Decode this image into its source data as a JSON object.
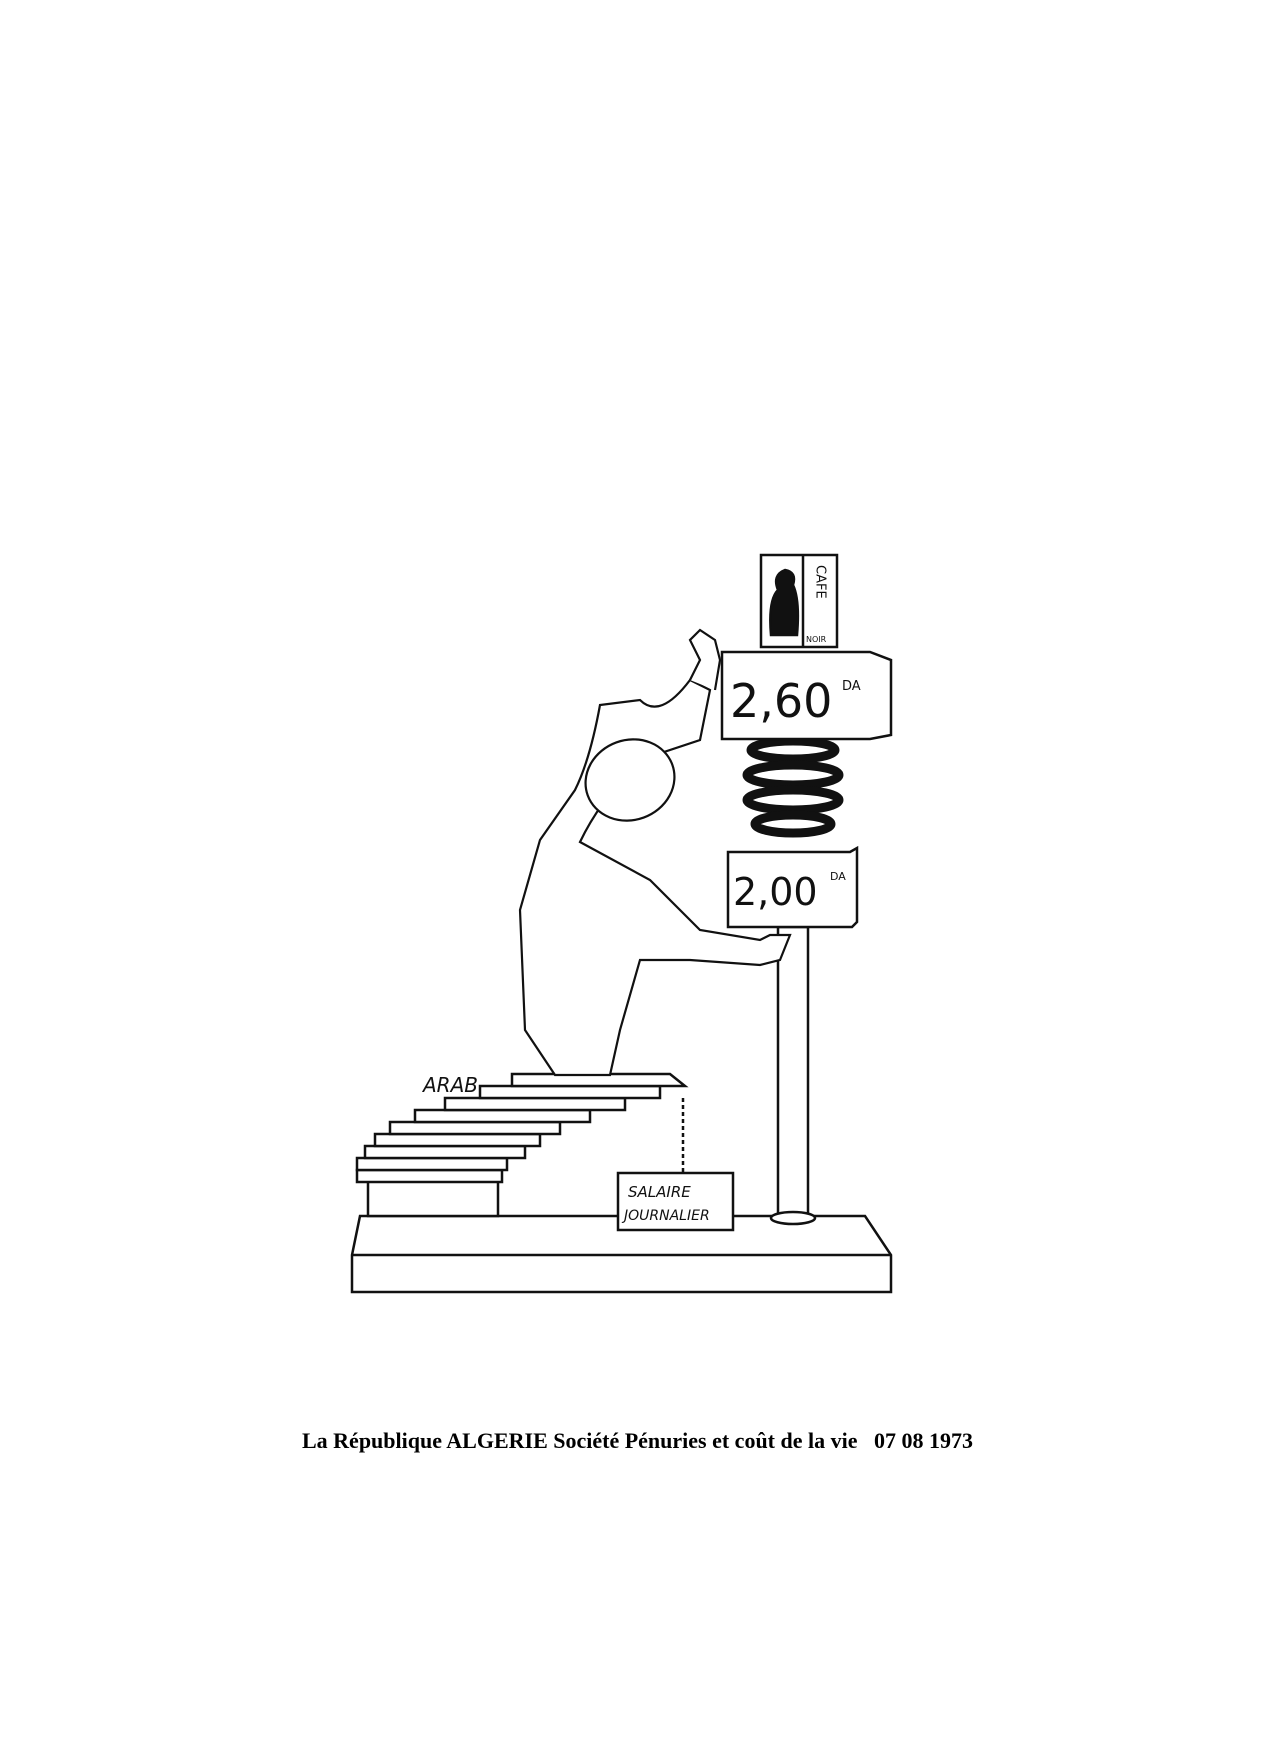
{
  "cartoon": {
    "signature": "ARAB",
    "coffee_pack_label": "CAFE",
    "coffee_pack_brand": "NOIR",
    "price_top": "2,60",
    "price_top_unit": "DA",
    "price_bottom": "2,00",
    "price_bottom_unit": "DA",
    "sign_line1": "SALAIRE",
    "sign_line2": "JOURNALIER"
  },
  "caption": {
    "text": "La République ALGERIE Société Pénuries et coût de la vie",
    "date": "07 08 1973"
  }
}
